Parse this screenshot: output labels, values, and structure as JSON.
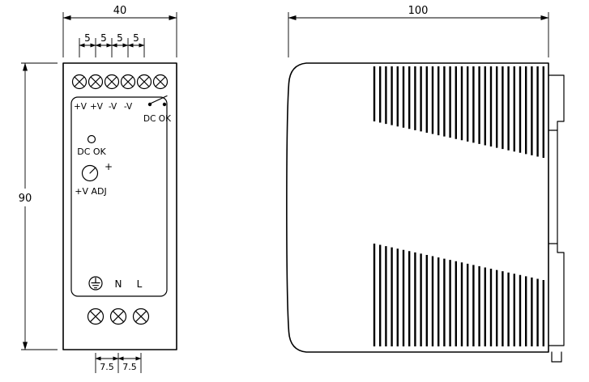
{
  "drawing": {
    "colors": {
      "line": "#000000",
      "background": "#ffffff"
    },
    "front_view": {
      "width_dim": "40",
      "height_dim": "90",
      "pitch_dims": [
        "5",
        "5",
        "5",
        "5"
      ],
      "bottom_pitch_dims": [
        "7.5",
        "7.5"
      ],
      "terminal_labels": [
        "+V",
        "+V",
        "-V",
        "-V"
      ],
      "relay_contact_label": "DC OK",
      "led_label": "DC OK",
      "adjust_plus_label": "+",
      "adjust_label": "+V ADJ",
      "neutral_label": "N",
      "line_label": "L"
    },
    "side_view": {
      "depth_dim": "100"
    }
  }
}
